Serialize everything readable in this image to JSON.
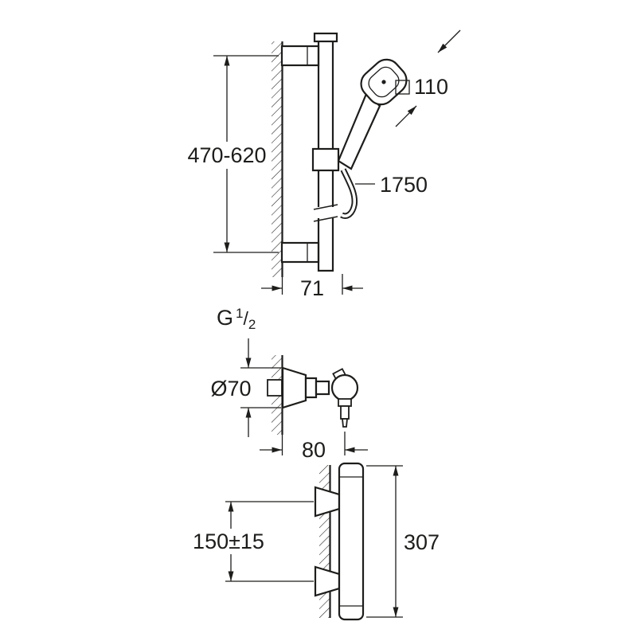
{
  "title": "Shower rail set and thermostat mixer dimension drawing",
  "dims": {
    "height_range": "470-620",
    "head_size": "110",
    "hose_length": "1750",
    "rail_offset": "71",
    "thread_g": "G",
    "thread_num": "1",
    "thread_slash": "/",
    "thread_den": "2",
    "escutcheon_diameter": "Ø70",
    "valve_depth": "80",
    "center_distance": "150±15",
    "valve_height": "307"
  },
  "colors": {
    "line": "#1d1d1b",
    "background": "#ffffff"
  }
}
